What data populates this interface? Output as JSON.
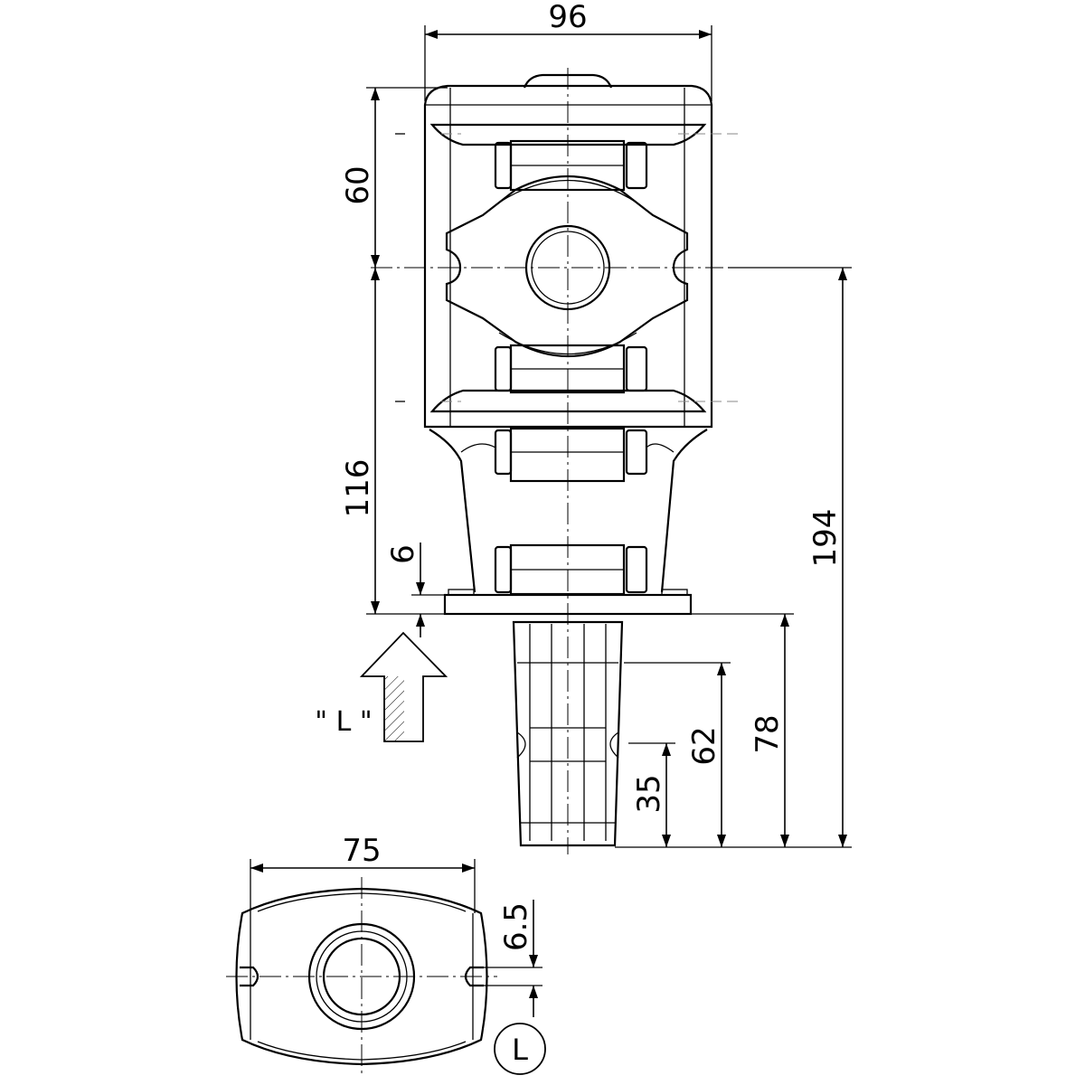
{
  "drawing": {
    "dimensions": {
      "overall_width": "96",
      "top_to_center": "60",
      "center_to_flange": "116",
      "flange_thickness": "6",
      "center_to_shaft_end": "194",
      "shaft_length": "78",
      "spline_length": "62",
      "groove_position": "35",
      "bottom_width": "75",
      "slot_offset": "6.5"
    },
    "view_arrow_label": "\" L \"",
    "view_label": "L"
  }
}
